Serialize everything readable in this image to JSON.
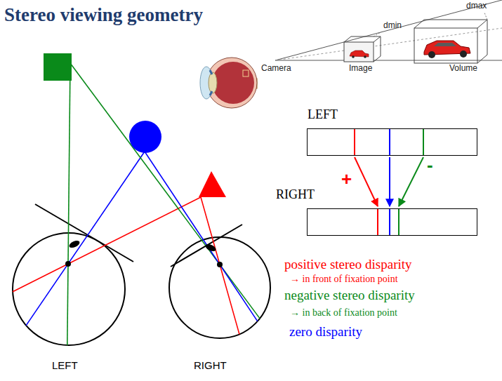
{
  "diagram": {
    "title": "Stereo viewing geometry",
    "nodes": [
      {
        "text": [
          "LEFT"
        ]
      },
      {
        "text": [
          "RIGHT"
        ]
      }
    ],
    "edges": [
      {
        "from": 0,
        "to": 1,
        "arrow": "to",
        "label": "+"
      },
      {
        "from": 0,
        "to": 1,
        "arrow": "to"
      },
      {
        "from": 0,
        "to": 1,
        "arrow": "to",
        "label": "-"
      }
    ],
    "labels": [
      "dmax",
      "dmin",
      "Camera",
      "Image",
      "Volume",
      "positive stereo disparity",
      "→ in front of fixation point",
      "negative stereo disparity",
      "→ in back of fixation point",
      "zero disparity",
      "LEFT",
      "RIGHT"
    ]
  }
}
